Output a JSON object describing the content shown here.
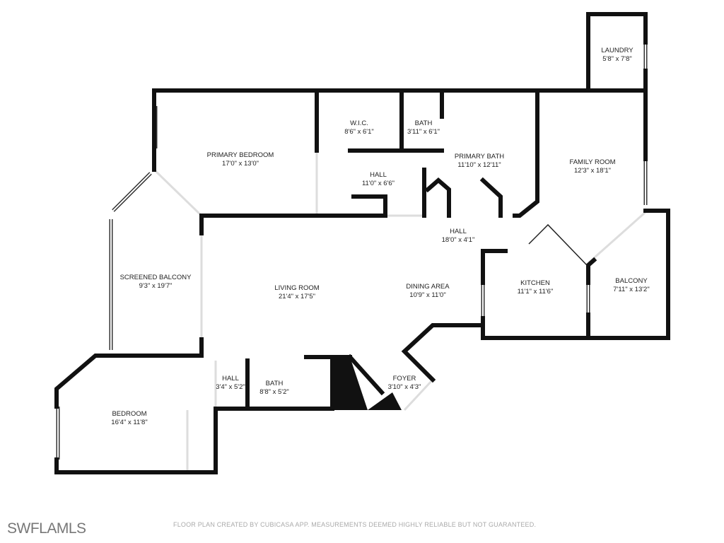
{
  "rooms": [
    {
      "name": "LAUNDRY",
      "size": "5'8\" x 7'8\""
    },
    {
      "name": "PRIMARY BEDROOM",
      "size": "17'0\" x 13'0\""
    },
    {
      "name": "W.I.C.",
      "size": "8'6\" x 6'1\""
    },
    {
      "name": "BATH",
      "size": "3'11\" x 6'1\""
    },
    {
      "name": "PRIMARY BATH",
      "size": "11'10\" x 12'11\""
    },
    {
      "name": "FAMILY ROOM",
      "size": "12'3\" x 18'1\""
    },
    {
      "name": "HALL",
      "size": "11'0\" x 6'6\""
    },
    {
      "name": "HALL",
      "size": "18'0\" x 4'1\""
    },
    {
      "name": "SCREENED BALCONY",
      "size": "9'3\" x 19'7\""
    },
    {
      "name": "LIVING ROOM",
      "size": "21'4\" x 17'5\""
    },
    {
      "name": "DINING AREA",
      "size": "10'9\" x 11'0\""
    },
    {
      "name": "KITCHEN",
      "size": "11'1\" x 11'6\""
    },
    {
      "name": "BALCONY",
      "size": "7'11\" x 13'2\""
    },
    {
      "name": "HALL",
      "size": "3'4\" x 5'2\""
    },
    {
      "name": "BATH",
      "size": "8'8\" x 5'2\""
    },
    {
      "name": "FOYER",
      "size": "3'10\" x 4'3\""
    },
    {
      "name": "BEDROOM",
      "size": "16'4\" x 11'8\""
    }
  ],
  "footer": {
    "brand": "SWFLAMLS",
    "disclaimer": "FLOOR PLAN CREATED BY CUBICASA APP. MEASUREMENTS DEEMED HIGHLY RELIABLE BUT NOT GUARANTEED."
  },
  "colors": {
    "wall": "#111111",
    "text": "#222222"
  }
}
